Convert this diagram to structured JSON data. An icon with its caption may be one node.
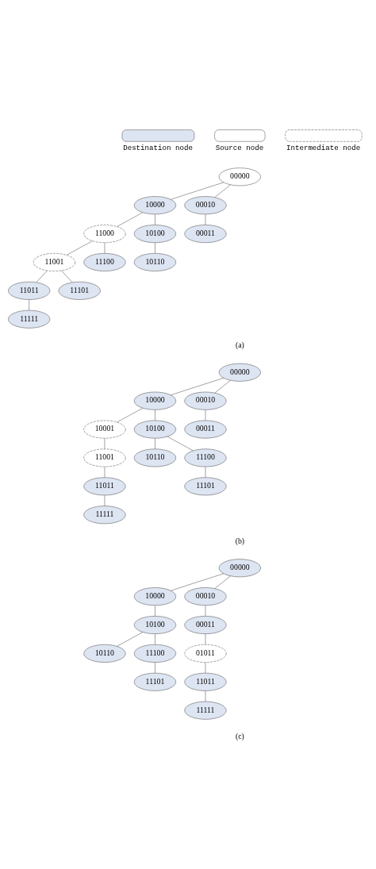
{
  "diagram": {
    "nodes": [
      {
        "text": [
          "00000"
        ]
      },
      {
        "text": [
          "10000"
        ]
      },
      {
        "text": [
          "00010"
        ]
      },
      {
        "text": [
          "11000"
        ]
      },
      {
        "text": [
          "10100"
        ]
      },
      {
        "text": [
          "00011"
        ]
      },
      {
        "text": [
          "11001"
        ]
      },
      {
        "text": [
          "11100"
        ]
      },
      {
        "text": [
          "10110"
        ]
      },
      {
        "text": [
          "11011"
        ]
      },
      {
        "text": [
          "11101"
        ]
      },
      {
        "text": [
          "11111"
        ]
      },
      {
        "text": [
          "00000"
        ]
      },
      {
        "text": [
          "10000"
        ]
      },
      {
        "text": [
          "00010"
        ]
      },
      {
        "text": [
          "10001"
        ]
      },
      {
        "text": [
          "10100"
        ]
      },
      {
        "text": [
          "00011"
        ]
      },
      {
        "text": [
          "11001"
        ]
      },
      {
        "text": [
          "10110"
        ]
      },
      {
        "text": [
          "11100"
        ]
      },
      {
        "text": [
          "11011"
        ]
      },
      {
        "text": [
          "11101"
        ]
      },
      {
        "text": [
          "11111"
        ]
      },
      {
        "text": [
          "00000"
        ]
      },
      {
        "text": [
          "10000"
        ]
      },
      {
        "text": [
          "00010"
        ]
      },
      {
        "text": [
          "10100"
        ]
      },
      {
        "text": [
          "00011"
        ]
      },
      {
        "text": [
          "10110"
        ]
      },
      {
        "text": [
          "11100"
        ]
      },
      {
        "text": [
          "01011"
        ]
      },
      {
        "text": [
          "11101"
        ]
      },
      {
        "text": [
          "11011"
        ]
      },
      {
        "text": [
          "11111"
        ]
      }
    ],
    "edges": [
      {
        "from": 0,
        "to": 1,
        "arrow": "none"
      },
      {
        "from": 0,
        "to": 2,
        "arrow": "none"
      },
      {
        "from": 1,
        "to": 3,
        "arrow": "none"
      },
      {
        "from": 1,
        "to": 4,
        "arrow": "none"
      },
      {
        "from": 2,
        "to": 5,
        "arrow": "none"
      },
      {
        "from": 3,
        "to": 6,
        "arrow": "none"
      },
      {
        "from": 3,
        "to": 7,
        "arrow": "none"
      },
      {
        "from": 4,
        "to": 8,
        "arrow": "none"
      },
      {
        "from": 6,
        "to": 9,
        "arrow": "none"
      },
      {
        "from": 6,
        "to": 10,
        "arrow": "none"
      },
      {
        "from": 9,
        "to": 11,
        "arrow": "none"
      },
      {
        "from": 12,
        "to": 13,
        "arrow": "none"
      },
      {
        "from": 12,
        "to": 14,
        "arrow": "none"
      },
      {
        "from": 13,
        "to": 15,
        "arrow": "none"
      },
      {
        "from": 13,
        "to": 16,
        "arrow": "none"
      },
      {
        "from": 14,
        "to": 17,
        "arrow": "none"
      },
      {
        "from": 15,
        "to": 18,
        "arrow": "none"
      },
      {
        "from": 16,
        "to": 19,
        "arrow": "none"
      },
      {
        "from": 16,
        "to": 20,
        "arrow": "none"
      },
      {
        "from": 18,
        "to": 21,
        "arrow": "none"
      },
      {
        "from": 20,
        "to": 22,
        "arrow": "none"
      },
      {
        "from": 21,
        "to": 23,
        "arrow": "none"
      },
      {
        "from": 24,
        "to": 25,
        "arrow": "none"
      },
      {
        "from": 24,
        "to": 26,
        "arrow": "none"
      },
      {
        "from": 25,
        "to": 27,
        "arrow": "none"
      },
      {
        "from": 26,
        "to": 28,
        "arrow": "none"
      },
      {
        "from": 27,
        "to": 29,
        "arrow": "none"
      },
      {
        "from": 27,
        "to": 30,
        "arrow": "none"
      },
      {
        "from": 28,
        "to": 31,
        "arrow": "none"
      },
      {
        "from": 30,
        "to": 32,
        "arrow": "none"
      },
      {
        "from": 31,
        "to": 33,
        "arrow": "none"
      },
      {
        "from": 33,
        "to": 34,
        "arrow": "none"
      }
    ],
    "labels": [
      "(a)",
      "(b)",
      "(c)"
    ],
    "legend": [
      {
        "text": "Destination node"
      },
      {
        "text": "Source node"
      },
      {
        "text": "Intermediate node"
      }
    ]
  }
}
